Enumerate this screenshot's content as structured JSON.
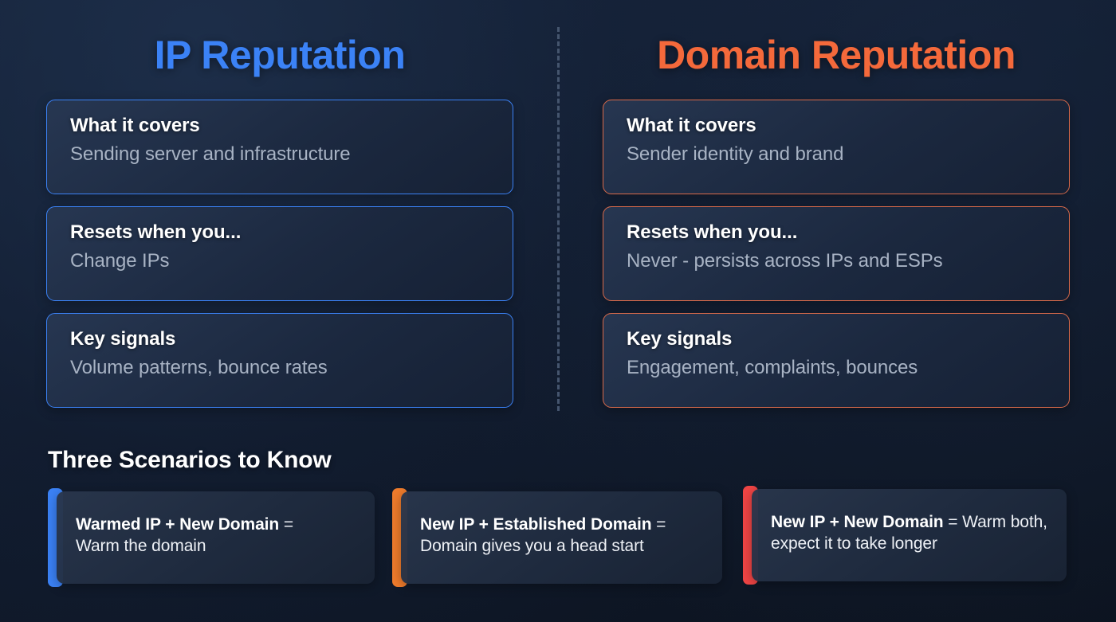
{
  "columns": {
    "left": {
      "title": "IP Reputation",
      "accent_color": "#3b82f6",
      "cards": [
        {
          "title": "What it covers",
          "detail": "Sending server and infrastructure"
        },
        {
          "title": "Resets when you...",
          "detail": "Change IPs"
        },
        {
          "title": "Key signals",
          "detail": "Volume patterns, bounce rates"
        }
      ]
    },
    "right": {
      "title": "Domain Reputation",
      "accent_color": "#f4693b",
      "cards": [
        {
          "title": "What it covers",
          "detail": "Sender identity and brand"
        },
        {
          "title": "Resets when you...",
          "detail": "Never - persists across IPs and ESPs"
        },
        {
          "title": "Key signals",
          "detail": "Engagement, complaints, bounces"
        }
      ]
    }
  },
  "scenarios": {
    "heading": "Three Scenarios to Know",
    "items": [
      {
        "condition": "Warmed IP + New Domain",
        "equals": "=",
        "outcome": "Warm the domain",
        "accent_color": "#3b82f6"
      },
      {
        "condition": "New IP + Established Domain",
        "equals": "=",
        "outcome": "Domain gives you a head start",
        "accent_color": "#f07c2c"
      },
      {
        "condition": "New IP + New Domain",
        "equals": "=",
        "outcome": "Warm both, expect it to take longer",
        "accent_color": "#f04545"
      }
    ]
  },
  "theme": {
    "background_color": "#0e1726",
    "card_border_left": "#3b82f6",
    "card_border_right": "#d96a4a",
    "heading_color": "#ffffff",
    "detail_color": "#a8b3c4",
    "divider_color": "#45556e"
  }
}
